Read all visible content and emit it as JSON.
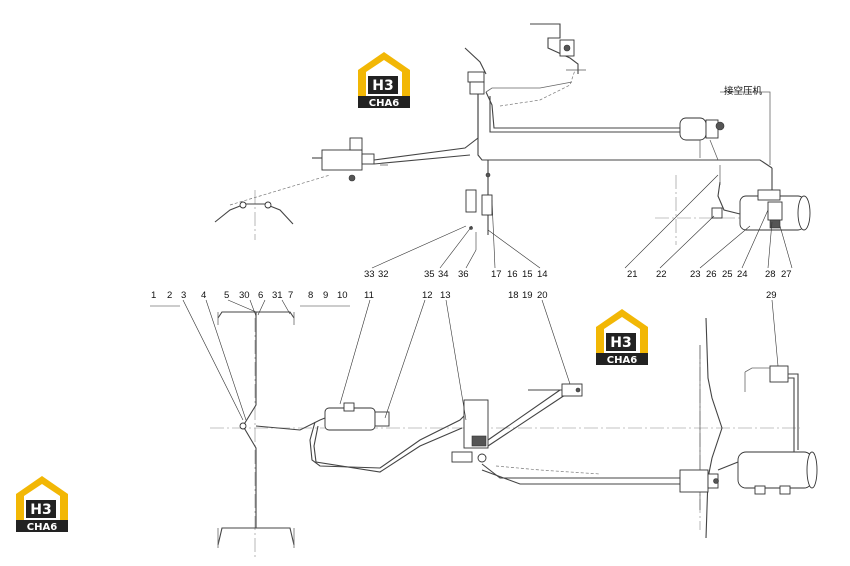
{
  "note_label": "接空压机",
  "logo": {
    "top": "H3",
    "bottom": "CHA6",
    "color_yellow": "#f2b705",
    "color_dark": "#222222"
  },
  "callouts_top": [
    "33",
    "32",
    "35",
    "34",
    "36",
    "17",
    "16",
    "15",
    "14",
    "21",
    "22",
    "23",
    "26",
    "25",
    "24",
    "28",
    "27"
  ],
  "callouts_bottom": [
    "1",
    "2",
    "3",
    "4",
    "5",
    "30",
    "6",
    "31",
    "7",
    "8",
    "9",
    "10",
    "11",
    "12",
    "13",
    "18",
    "19",
    "20",
    "29"
  ]
}
